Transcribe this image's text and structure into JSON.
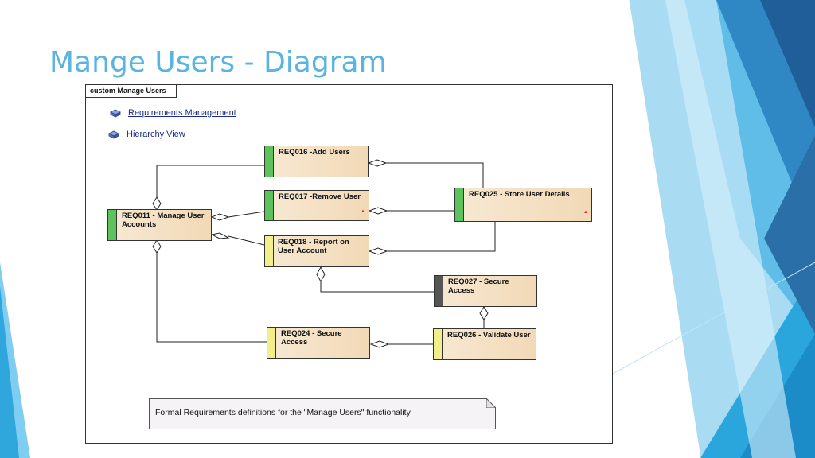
{
  "slide": {
    "title": "Mange Users - Diagram"
  },
  "diagram": {
    "frame_label": "custom Manage Users",
    "links": [
      {
        "label": "Requirements Management",
        "icon": "package-icon"
      },
      {
        "label": "Hierarchy View",
        "icon": "package-icon"
      }
    ],
    "requirements": {
      "req016": {
        "text": "REQ016 -Add Users",
        "status_color": "#5cc25c"
      },
      "req017": {
        "text": "REQ017 -Remove User",
        "status_color": "#5cc25c"
      },
      "req018": {
        "text": "REQ018 - Report on User Account",
        "status_color": "#f2ee8a"
      },
      "req011": {
        "text": "REQ011 - Manage User Accounts",
        "status_color": "#5cc25c"
      },
      "req025": {
        "text": "REQ025 - Store User Details",
        "status_color": "#5cc25c"
      },
      "req027": {
        "text": "REQ027 - Secure Access",
        "status_color": "#555555"
      },
      "req024": {
        "text": "REQ024 - Secure Access",
        "status_color": "#f2ee8a"
      },
      "req026": {
        "text": "REQ026 - Validate User",
        "status_color": "#f2ee8a"
      }
    },
    "note": "Formal Requirements definitions for the \"Manage Users\" functionality"
  },
  "colors": {
    "title": "#5ab4e0",
    "accent_dark": "#2a6fa8",
    "accent_light": "#7fcdf0"
  }
}
